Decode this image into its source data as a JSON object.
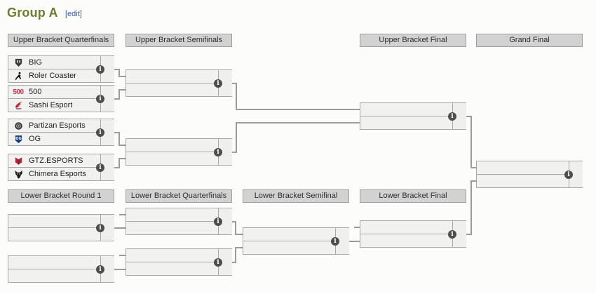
{
  "page": {
    "title": "Group A",
    "edit_label": "[edit]"
  },
  "rounds": {
    "ub_quarterfinals": "Upper Bracket Quarterfinals",
    "ub_semifinals": "Upper Bracket Semifinals",
    "ub_final": "Upper Bracket Final",
    "grand_final": "Grand Final",
    "lb_round1": "Lower Bracket Round 1",
    "lb_quarterfinals": "Lower Bracket Quarterfinals",
    "lb_semifinal": "Lower Bracket Semifinal",
    "lb_final": "Lower Bracket Final"
  },
  "matches": {
    "ubqf": [
      {
        "top": {
          "name": "BIG",
          "logo": "big-crest-icon"
        },
        "bottom": {
          "name": "Roler Coaster",
          "logo": "skater-silhouette-icon"
        }
      },
      {
        "top": {
          "name": "500",
          "logo": "500-numerals-icon"
        },
        "bottom": {
          "name": "Sashi Esport",
          "logo": "red-bird-icon"
        }
      },
      {
        "top": {
          "name": "Partizan Esports",
          "logo": "dark-roundel-icon"
        },
        "bottom": {
          "name": "OG",
          "logo": "navy-shield-icon"
        }
      },
      {
        "top": {
          "name": "GTZ.ESPORTS",
          "logo": "red-emblem-icon"
        },
        "bottom": {
          "name": "Chimera Esports",
          "logo": "wolf-head-icon"
        }
      }
    ]
  },
  "icons": {
    "info": "i",
    "logo_500_text": "500",
    "logo_og_text": "OG"
  },
  "colors": {
    "title": "#6e7d2e",
    "edit_link": "#2a5db0",
    "header_bg": "#d2d2d2",
    "box_bg": "#f1f1f0",
    "border": "#a8a8a8",
    "connector": "#9b9b9b",
    "info_bg": "#4e4e4e"
  }
}
